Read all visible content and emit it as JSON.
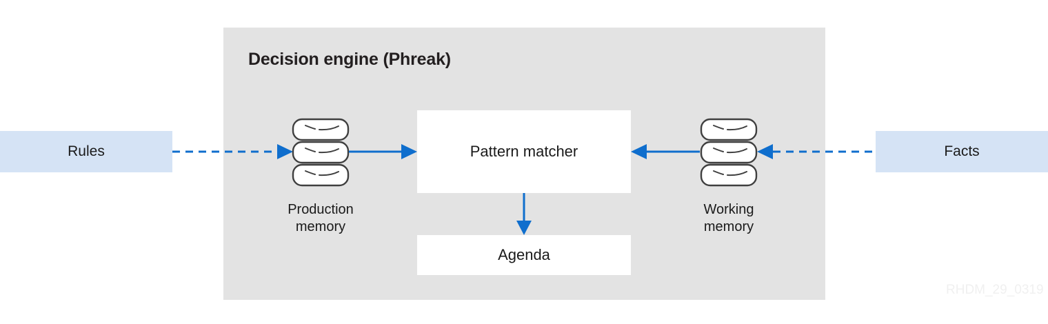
{
  "diagram": {
    "title": "Decision engine (Phreak)",
    "watermark": "RHDM_29_0319",
    "colors": {
      "panel_background": "#e3e3e3",
      "io_box_fill": "#d5e3f5",
      "process_box_fill": "#ffffff",
      "arrow_blue": "#0f6ecd",
      "cylinder_stroke": "#3f3f3f",
      "text": "#1a1a1a",
      "watermark": "#f0f0f0"
    },
    "inputs": [
      {
        "id": "rules",
        "label": "Rules"
      },
      {
        "id": "facts",
        "label": "Facts"
      }
    ],
    "stores": [
      {
        "id": "production-memory",
        "label_line1": "Production",
        "label_line2": "memory",
        "icon": "database-cylinder-icon"
      },
      {
        "id": "working-memory",
        "label_line1": "Working",
        "label_line2": "memory",
        "icon": "database-cylinder-icon"
      }
    ],
    "processes": [
      {
        "id": "pattern-matcher",
        "label": "Pattern matcher"
      },
      {
        "id": "agenda",
        "label": "Agenda"
      }
    ],
    "connections": [
      {
        "id": "rules-to-production-memory",
        "from": "Rules",
        "to": "Production memory",
        "style": "dashed",
        "direction": "right"
      },
      {
        "id": "production-memory-to-pattern-matcher",
        "from": "Production memory",
        "to": "Pattern matcher",
        "style": "solid",
        "direction": "right"
      },
      {
        "id": "working-memory-to-pattern-matcher",
        "from": "Working memory",
        "to": "Pattern matcher",
        "style": "solid",
        "direction": "left"
      },
      {
        "id": "facts-to-working-memory",
        "from": "Facts",
        "to": "Working memory",
        "style": "dashed",
        "direction": "left"
      },
      {
        "id": "pattern-matcher-to-agenda",
        "from": "Pattern matcher",
        "to": "Agenda",
        "style": "solid",
        "direction": "down"
      }
    ]
  }
}
